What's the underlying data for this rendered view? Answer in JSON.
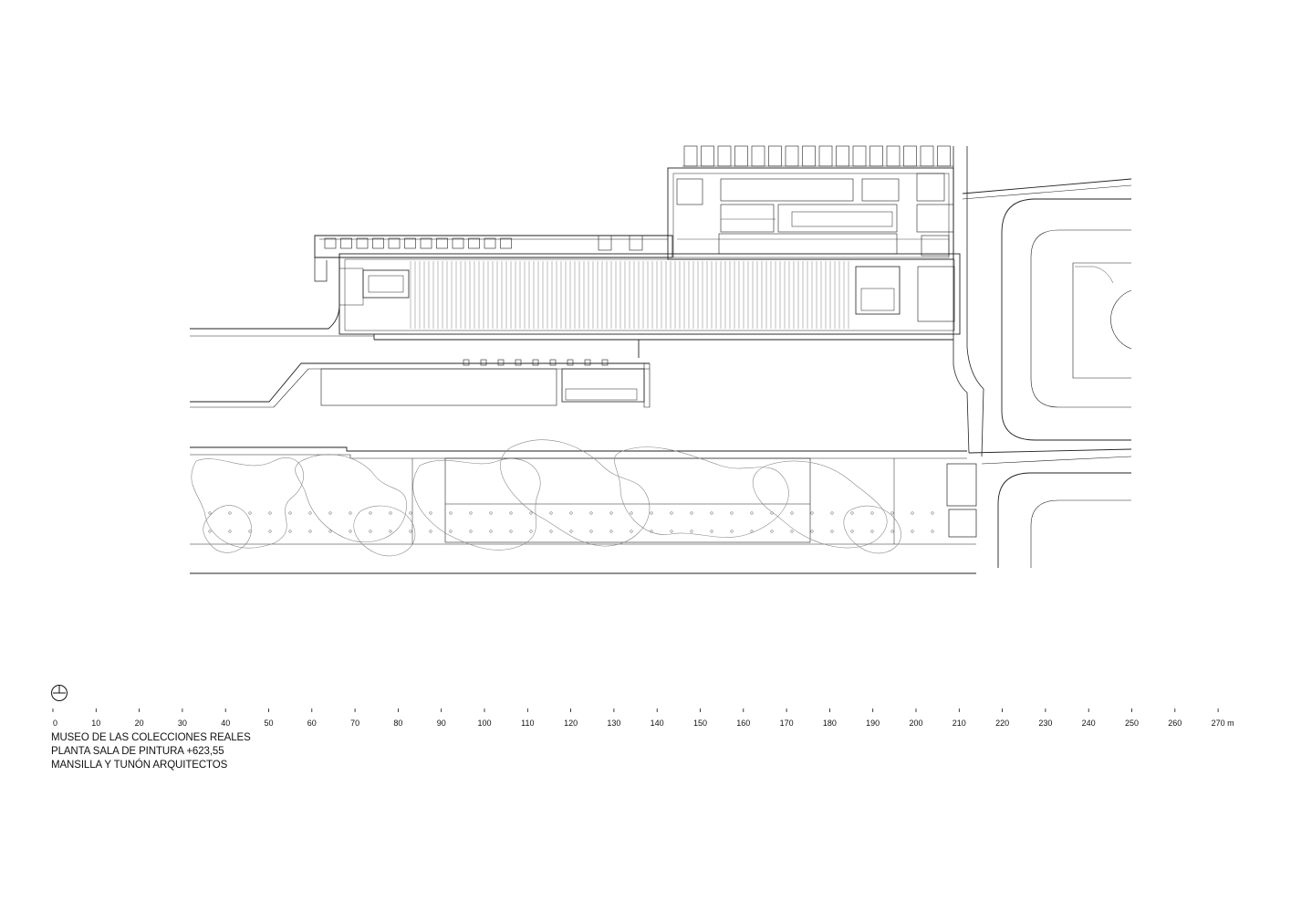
{
  "caption": {
    "line1": "MUSEO DE LAS COLECCIONES REALES",
    "line2": "PLANTA SALA DE PINTURA +623,55",
    "line3": "MANSILLA Y TUNÓN ARQUITECTOS"
  },
  "scale_bar": {
    "labels": [
      "0",
      "10",
      "20",
      "30",
      "40",
      "50",
      "60",
      "70",
      "80",
      "90",
      "100",
      "110",
      "120",
      "130",
      "140",
      "150",
      "160",
      "170",
      "180",
      "190",
      "200",
      "210",
      "220",
      "230",
      "240",
      "250",
      "260",
      "270"
    ],
    "unit": "m"
  },
  "north_symbol": "north-arrow-icon"
}
